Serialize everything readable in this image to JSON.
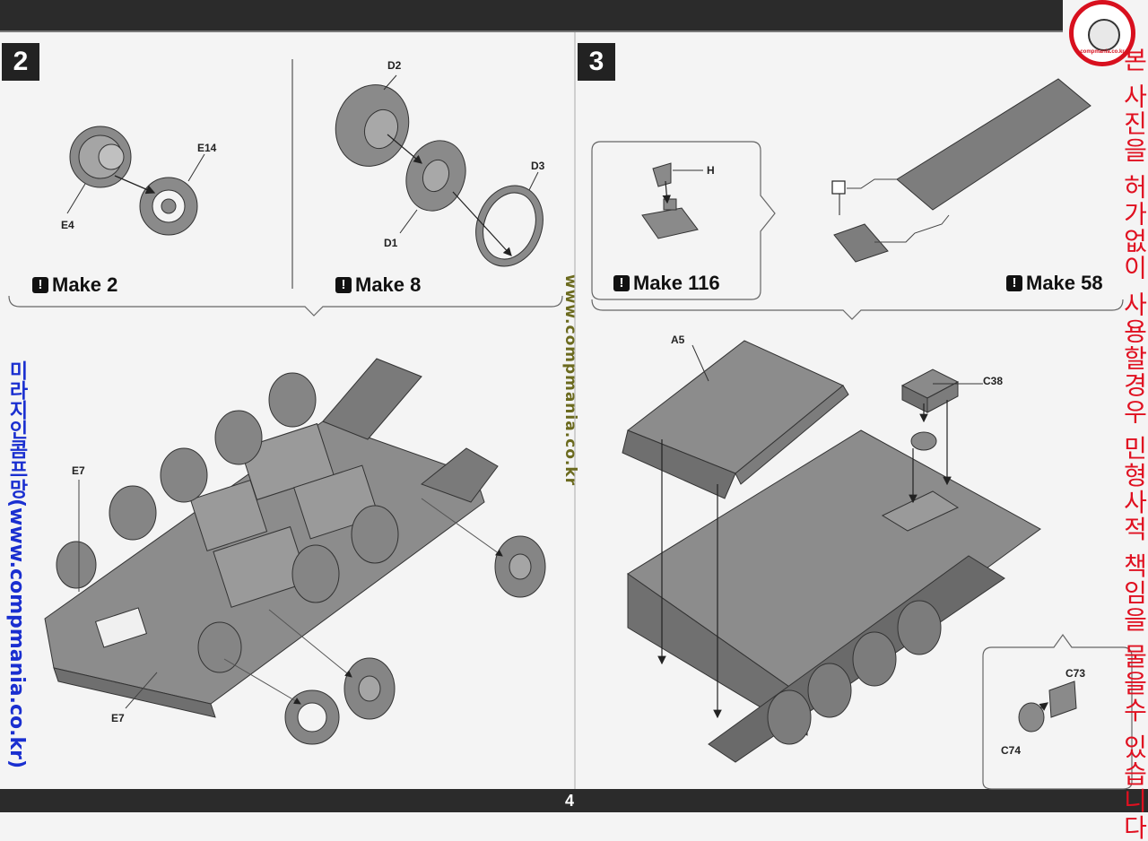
{
  "page": {
    "number": "4"
  },
  "step2": {
    "number": "2",
    "sub1": {
      "labels": [
        "E14",
        "E4"
      ],
      "make": "Make 2"
    },
    "sub2": {
      "labels": [
        "D2",
        "D3",
        "D1"
      ],
      "make": "Make 8"
    },
    "main_labels": [
      "E7",
      "E7"
    ]
  },
  "step3": {
    "number": "3",
    "sub1": {
      "labels": [
        "H"
      ],
      "make": "Make 116"
    },
    "sub2": {
      "make": "Make 58"
    },
    "main_labels": [
      "A5",
      "C38"
    ],
    "inset_labels": [
      "C73",
      "C74"
    ]
  },
  "watermarks": {
    "center_url": "www.compmania.co.kr",
    "left_text": "미라지인콤프망(www.compmania.co.kr)",
    "right_text": "본 사진을 허가없이 사용할경우 민형사적 책임을 물을수 있습니다",
    "logo_text": "compmania.co.kr"
  },
  "colors": {
    "bar": "#2b2b2b",
    "watermark_blue": "#1a2fd0",
    "watermark_red": "#e01020",
    "watermark_olive": "#6b6a1e"
  }
}
